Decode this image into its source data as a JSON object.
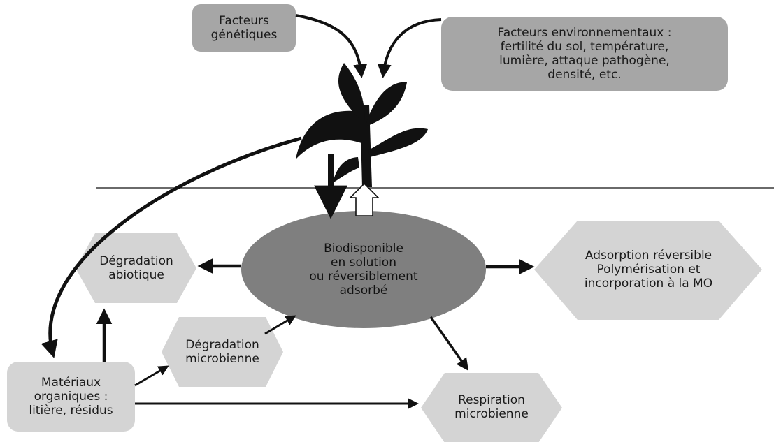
{
  "nodes": {
    "genetic_factors": "Facteurs\ngénétiques",
    "environmental_factors": "Facteurs environnementaux :\nfertilité du sol, température,\nlumière, attaque pathogène,\ndensité, etc.",
    "bioavailable": "Biodisponible\nen solution\nou réversiblement\nadsorbé",
    "abiotic_degradation": "Dégradation\nabiotique",
    "reversible_adsorption": "Adsorption réversible\nPolymérisation et\nincorporation à la MO",
    "microbial_degradation": "Dégradation\nmicrobienne",
    "organic_materials": "Matériaux\norganiques :\nlitière, résidus",
    "microbial_respiration": "Respiration\nmicrobienne"
  },
  "colors": {
    "box_fill": "#a6a6a6",
    "hex_fill": "#d4d4d4",
    "ellipse_fill": "#7f7f7f",
    "plant_fill": "#111111",
    "arrow": "#111111"
  }
}
